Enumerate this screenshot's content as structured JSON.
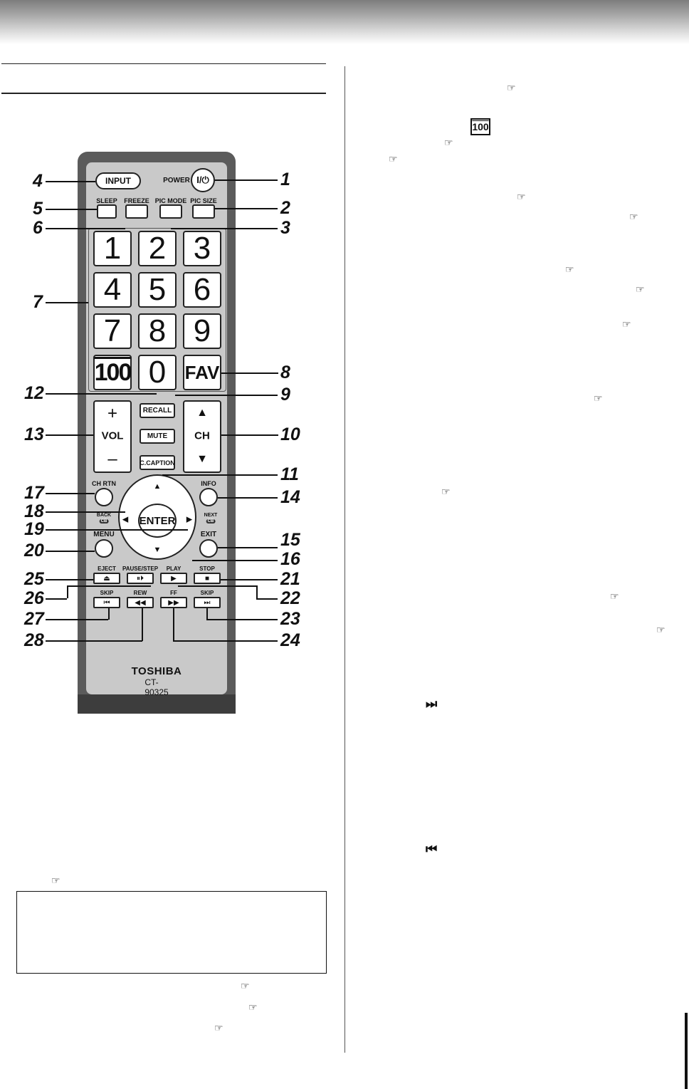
{
  "remote": {
    "buttons": {
      "input": "INPUT",
      "power_label": "POWER",
      "power_symbol": "I/⏻",
      "sleep": "SLEEP",
      "freeze": "FREEZE",
      "pic_mode": "PIC MODE",
      "pic_size": "PIC SIZE",
      "digits": [
        "1",
        "2",
        "3",
        "4",
        "5",
        "6",
        "7",
        "8",
        "9"
      ],
      "hundred": "100",
      "zero": "0",
      "fav": "FAV",
      "recall": "RECALL",
      "mute": "MUTE",
      "c_caption": "C.CAPTION",
      "vol": "VOL",
      "vol_plus": "+",
      "vol_minus": "–",
      "ch": "CH",
      "ch_up": "▲",
      "ch_down": "▼",
      "ch_rtn": "CH RTN",
      "info": "INFO",
      "back": "BACK",
      "next": "NEXT",
      "cb_badge": "CB",
      "enter": "ENTER",
      "menu": "MENU",
      "exit": "EXIT",
      "eject": "EJECT",
      "pause_step": "PAUSE/STEP",
      "play": "PLAY",
      "stop": "STOP",
      "skip_back": "SKIP",
      "rew": "REW",
      "ff": "FF",
      "skip_fwd": "SKIP"
    },
    "brand": "TOSHIBA",
    "model": "CT-90325",
    "callouts": [
      "1",
      "2",
      "3",
      "4",
      "5",
      "6",
      "7",
      "8",
      "9",
      "10",
      "11",
      "12",
      "13",
      "14",
      "15",
      "16",
      "17",
      "18",
      "19",
      "20",
      "21",
      "22",
      "23",
      "24",
      "25",
      "26",
      "27",
      "28"
    ]
  },
  "icons": {
    "reference": "pointing-hand-icon",
    "boxed_100_text": "100",
    "skip_forward": "⏭",
    "skip_back": "⏮"
  }
}
